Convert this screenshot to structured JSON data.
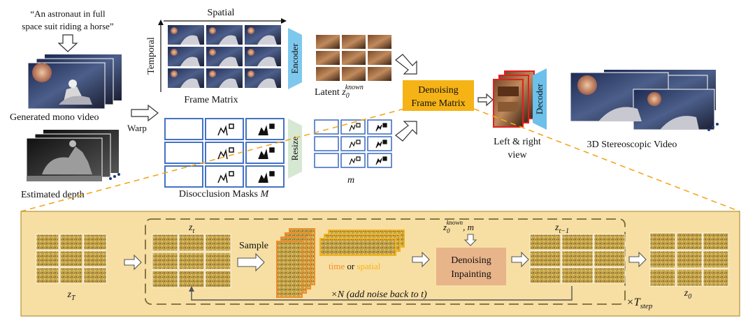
{
  "prompt": {
    "line1": "“An astronaut in full",
    "line2": "space suit riding a horse”"
  },
  "labels": {
    "generated_mono_video": "Generated mono video",
    "estimated_depth": "Estimated depth",
    "warp": "Warp",
    "spatial": "Spatial",
    "temporal": "Temporal",
    "frame_matrix": "Frame Matrix",
    "disocclusion_masks": "Disocclusion Masks",
    "disocclusion_symbol": "M",
    "encoder": "Encoder",
    "resize": "Resize",
    "latent": "Latent",
    "latent_symbol": "z",
    "latent_sub": "0",
    "latent_sup": "known",
    "m_symbol": "m",
    "denoising_line1": "Denoising",
    "denoising_line2": "Frame Matrix",
    "left_right_line1": "Left & right",
    "left_right_line2": "view",
    "decoder": "Decoder",
    "stereo_video": "3D Stereoscopic Video"
  },
  "loop": {
    "zT": "z",
    "zT_sub": "T",
    "zt": "z",
    "zt_sub": "t",
    "sample": "Sample",
    "time": "time",
    "or": " or ",
    "spatial": "spatial",
    "cond_z": "z",
    "cond_sub": "0",
    "cond_sup": "known",
    "cond_m": ", m",
    "inpaint_line1": "Denoising",
    "inpaint_line2": "Inpainting",
    "zt1": "z",
    "zt1_sub": "t−1",
    "z0": "z",
    "z0_sub": "0",
    "repeat_n": "×N (add noise back to t)",
    "repeat_t": "×T",
    "repeat_t_sub": "step"
  },
  "colors": {
    "encoder": "#7ec8ee",
    "decoder": "#6cc0ea",
    "resize": "#d6e8d2",
    "denoise_box": "#f5b316",
    "mask_border": "#4472c4",
    "inpaint": "#e8b48a",
    "panel": "#f7dfa3",
    "panel_border": "#b8923a",
    "time": "#f28c28",
    "spatial": "#f5b316",
    "red_frame": "#e02020"
  }
}
